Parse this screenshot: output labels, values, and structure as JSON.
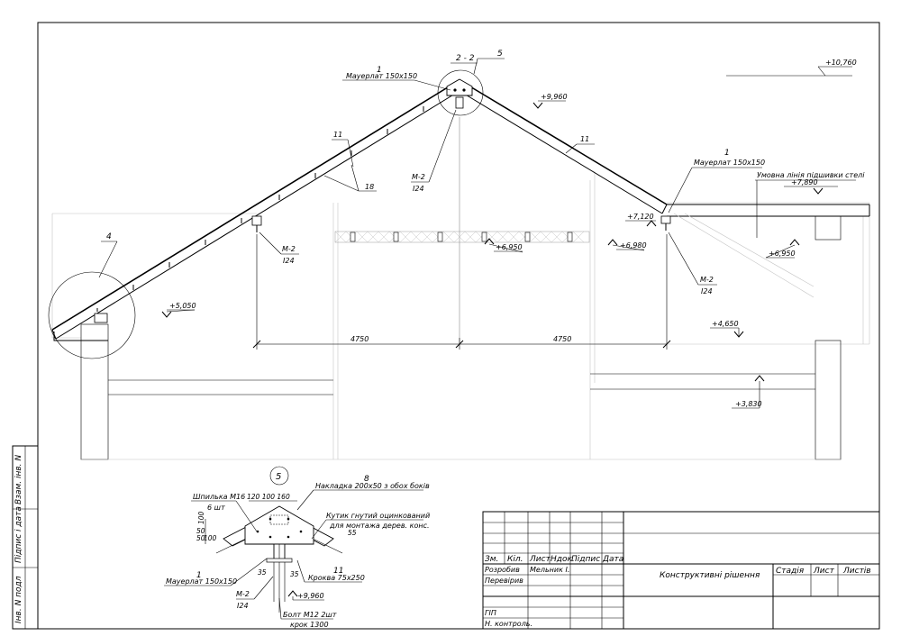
{
  "drawing": {
    "marks": {
      "m10760": "+10,760",
      "m9960": "+9,960",
      "m7890": "+7,890",
      "m7120": "+7,120",
      "m6980": "+6,980",
      "m6950a": "+6,950",
      "m6950b": "+6,950",
      "m5050": "+5,050",
      "m4650": "+4,650",
      "m3830": "+3,830",
      "m9960d": "+9,960"
    },
    "labels": {
      "pos1_top": "1",
      "mauerlat_top": "Мауерлат 150x150",
      "sec22": "2 - 2",
      "node5": "5",
      "pos11_left": "11",
      "pos18": "18",
      "pos11_right": "11",
      "pos1_right": "1",
      "mauerlat_right": "Мауерлат 150x150",
      "ceiling_line": "Умовна лінія підшивки стелі",
      "pos4": "4",
      "m2_ridge": "М-2",
      "i24_ridge": "I24",
      "m2_left": "М-2",
      "i24_left": "I24",
      "m2_right": "М-2",
      "i24_right": "I24"
    },
    "dims": {
      "span_left": "4750",
      "span_right": "4750"
    }
  },
  "detail": {
    "title_num": "5",
    "pos8": "8",
    "nakladka": "Накладка 200x50 з обох боків",
    "shpylka": "Шпилька М16",
    "shpylka_qty": "6 шт",
    "dim_top": "120 100 160",
    "kutyk1": "Кутик гнутий оцинкований",
    "kutyk2": "для монтажа дерев. конс.",
    "dim_left1": "100",
    "dim_left2": "50",
    "dim_left3": "50",
    "dim_left4": "100",
    "dim_right": "55",
    "pos1": "1",
    "mauerlat": "Мауерлат 150x150",
    "pos11": "11",
    "krokva": "Кроква 75x250",
    "dim35a": "35",
    "dim35b": "35",
    "m2": "М-2",
    "i24": "I24",
    "bolt": "Болт М12 2шт",
    "krok": "крок 1300"
  },
  "stamp": {
    "h_zm": "Зм.",
    "h_kil": "Кіл.",
    "h_lyst": "Лист",
    "h_ndok": "Ндок.",
    "h_pidpys": "Підпис",
    "h_data": "Дата",
    "r_rozrobyv": "Розробив",
    "r_name": "Мельник І.",
    "r_pereviryv": "Перевірив",
    "r_gip": "ГІП",
    "r_nkontrol": "Н. контроль.",
    "title": "Конструктивні рішення",
    "stadia": "Стадія",
    "lyst": "Лист",
    "lystiv": "Листів"
  },
  "sidebar": {
    "inv": "Інв. N подл",
    "pidpys": "Підпис і дата",
    "vzam": "Взам. інв. N"
  }
}
